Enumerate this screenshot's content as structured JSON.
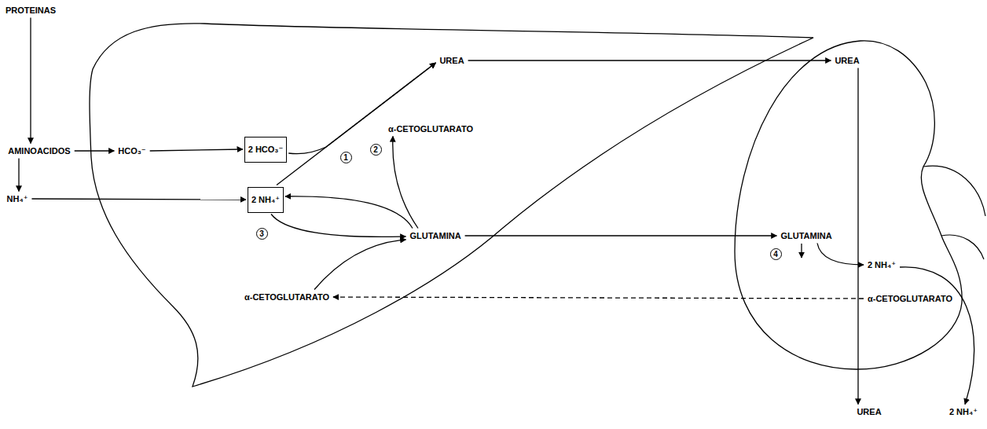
{
  "diagram": {
    "nodes": [
      {
        "text": [
          "PROTEINAS"
        ]
      },
      {
        "text": [
          "AMINOACIDOS"
        ]
      },
      {
        "text": [
          "HCO₃⁻"
        ]
      },
      {
        "text": [
          "2 HCO₃⁻"
        ]
      },
      {
        "text": [
          "NH₄⁺"
        ]
      },
      {
        "text": [
          "2 NH₄⁺"
        ]
      },
      {
        "text": [
          "UREA"
        ]
      },
      {
        "text": [
          "α-CETOGLUTARATO"
        ]
      },
      {
        "text": [
          "GLUTAMINA"
        ]
      },
      {
        "text": [
          "α-CETOGLUTARATO"
        ]
      },
      {
        "text": [
          "UREA"
        ]
      },
      {
        "text": [
          "GLUTAMINA"
        ]
      },
      {
        "text": [
          "2 NH₄⁺"
        ]
      },
      {
        "text": [
          "α-CETOGLUTARATO"
        ]
      },
      {
        "text": [
          "UREA"
        ]
      },
      {
        "text": [
          "2 NH₄⁺"
        ]
      }
    ],
    "edges": [
      {
        "from": 0,
        "to": 1,
        "arrow": "to"
      },
      {
        "from": 1,
        "to": 2,
        "arrow": "to"
      },
      {
        "from": 2,
        "to": 3,
        "arrow": "to"
      },
      {
        "from": 1,
        "to": 4,
        "arrow": "to"
      },
      {
        "from": 4,
        "to": 5,
        "arrow": "to"
      },
      {
        "from": 3,
        "to": 6,
        "arrow": "to"
      },
      {
        "from": 5,
        "to": 6,
        "arrow": "to"
      },
      {
        "from": 6,
        "to": 10,
        "arrow": "to"
      },
      {
        "from": 8,
        "to": 5,
        "arrow": "to"
      },
      {
        "from": 8,
        "to": 7,
        "arrow": "to"
      },
      {
        "from": 5,
        "to": 8,
        "arrow": "to"
      },
      {
        "from": 9,
        "to": 8,
        "arrow": "to"
      },
      {
        "from": 8,
        "to": 11,
        "arrow": "to"
      },
      {
        "from": 11,
        "to": 12,
        "arrow": "to"
      },
      {
        "from": 13,
        "to": 9,
        "arrow": "to"
      },
      {
        "from": 10,
        "to": 14,
        "arrow": "to"
      },
      {
        "from": 12,
        "to": 15,
        "arrow": "to"
      }
    ],
    "labels": [
      "1",
      "2",
      "3",
      "4"
    ]
  }
}
